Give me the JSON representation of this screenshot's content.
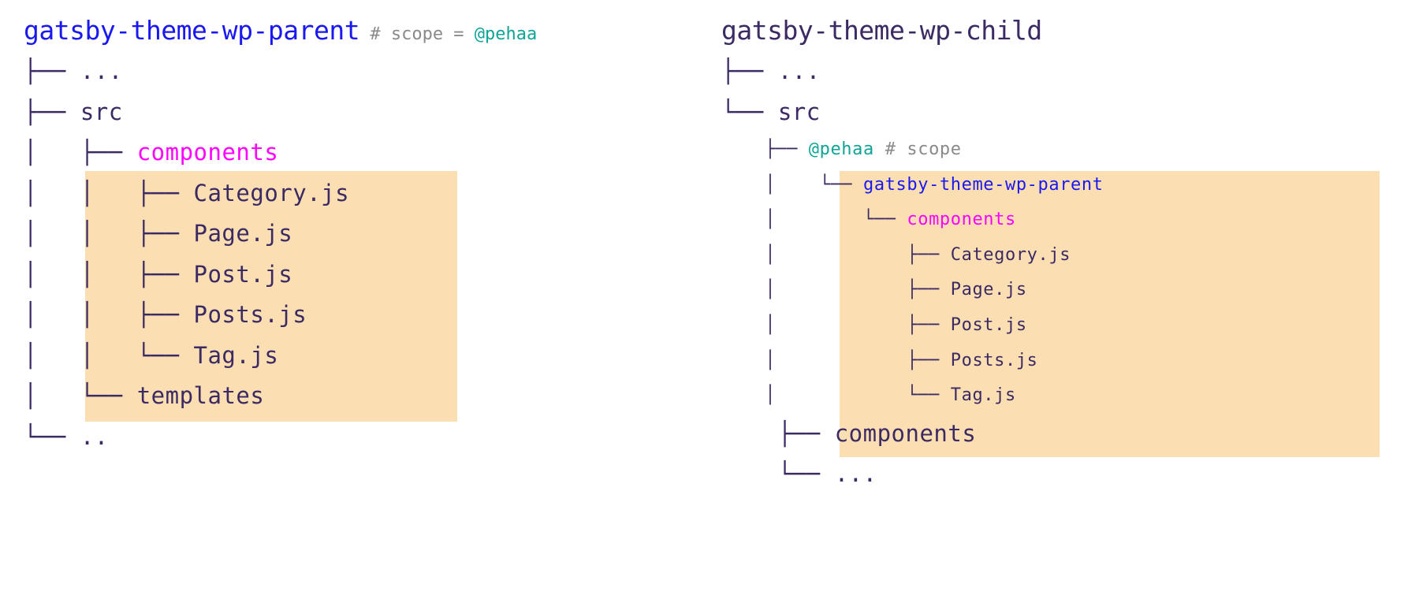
{
  "meta": {
    "background": "#ffffff",
    "highlight_color": "#fbdfb2",
    "tree_color": "#3b2a63",
    "accent_blue": "#1a18f0",
    "accent_magenta": "#ff00ff",
    "accent_teal": "#0fa495",
    "comment_gray": "#8a8a8a"
  },
  "left_tree": {
    "root": "gatsby-theme-wp-parent",
    "root_comment_prefix": "# scope = ",
    "root_comment_scope": "@pehaa",
    "rows": [
      {
        "prefix": "├── ",
        "name": "...",
        "style": "plain",
        "highlight": false
      },
      {
        "prefix": "├── ",
        "name": "src",
        "style": "plain",
        "highlight": false
      },
      {
        "prefix": "│   ├── ",
        "name": "components",
        "style": "magenta",
        "highlight": true
      },
      {
        "prefix": "│   │   ├── ",
        "name": "Category.js",
        "style": "plain",
        "highlight": true
      },
      {
        "prefix": "│   │   ├── ",
        "name": "Page.js",
        "style": "plain",
        "highlight": true
      },
      {
        "prefix": "│   │   ├── ",
        "name": "Post.js",
        "style": "plain",
        "highlight": true
      },
      {
        "prefix": "│   │   ├── ",
        "name": "Posts.js",
        "style": "plain",
        "highlight": true
      },
      {
        "prefix": "│   │   └── ",
        "name": "Tag.js",
        "style": "plain",
        "highlight": true
      },
      {
        "prefix": "│   └── ",
        "name": "templates",
        "style": "plain",
        "highlight": false
      },
      {
        "prefix": "└── ",
        "name": "..",
        "style": "plain",
        "highlight": false
      }
    ]
  },
  "right_tree": {
    "root": "gatsby-theme-wp-child",
    "rows": [
      {
        "prefix": "├── ",
        "name": "...",
        "style": "plain",
        "size": "big",
        "highlight": false
      },
      {
        "prefix": "└── ",
        "name": "src",
        "style": "plain",
        "size": "big",
        "highlight": false
      },
      {
        "prefix": "    ├── ",
        "name": "@pehaa",
        "comment": " # scope",
        "style": "teal",
        "size": "small",
        "highlight": true
      },
      {
        "prefix": "    │    └── ",
        "name": "gatsby-theme-wp-parent",
        "style": "blue",
        "size": "small",
        "highlight": true
      },
      {
        "prefix": "    │        └── ",
        "name": "components",
        "style": "magenta",
        "size": "small",
        "highlight": true
      },
      {
        "prefix": "    │            ├── ",
        "name": "Category.js",
        "style": "plain",
        "size": "small",
        "highlight": true
      },
      {
        "prefix": "    │            ├── ",
        "name": "Page.js",
        "style": "plain",
        "size": "small",
        "highlight": true
      },
      {
        "prefix": "    │            ├── ",
        "name": "Post.js",
        "style": "plain",
        "size": "small",
        "highlight": true
      },
      {
        "prefix": "    │            ├── ",
        "name": "Posts.js",
        "style": "plain",
        "size": "small",
        "highlight": true
      },
      {
        "prefix": "    │            └── ",
        "name": "Tag.js",
        "style": "plain",
        "size": "small",
        "highlight": true
      },
      {
        "prefix": "    ├── ",
        "name": "components",
        "style": "plain",
        "size": "big",
        "highlight": false
      },
      {
        "prefix": "    └── ",
        "name": "...",
        "style": "plain",
        "size": "big",
        "highlight": false
      }
    ]
  }
}
